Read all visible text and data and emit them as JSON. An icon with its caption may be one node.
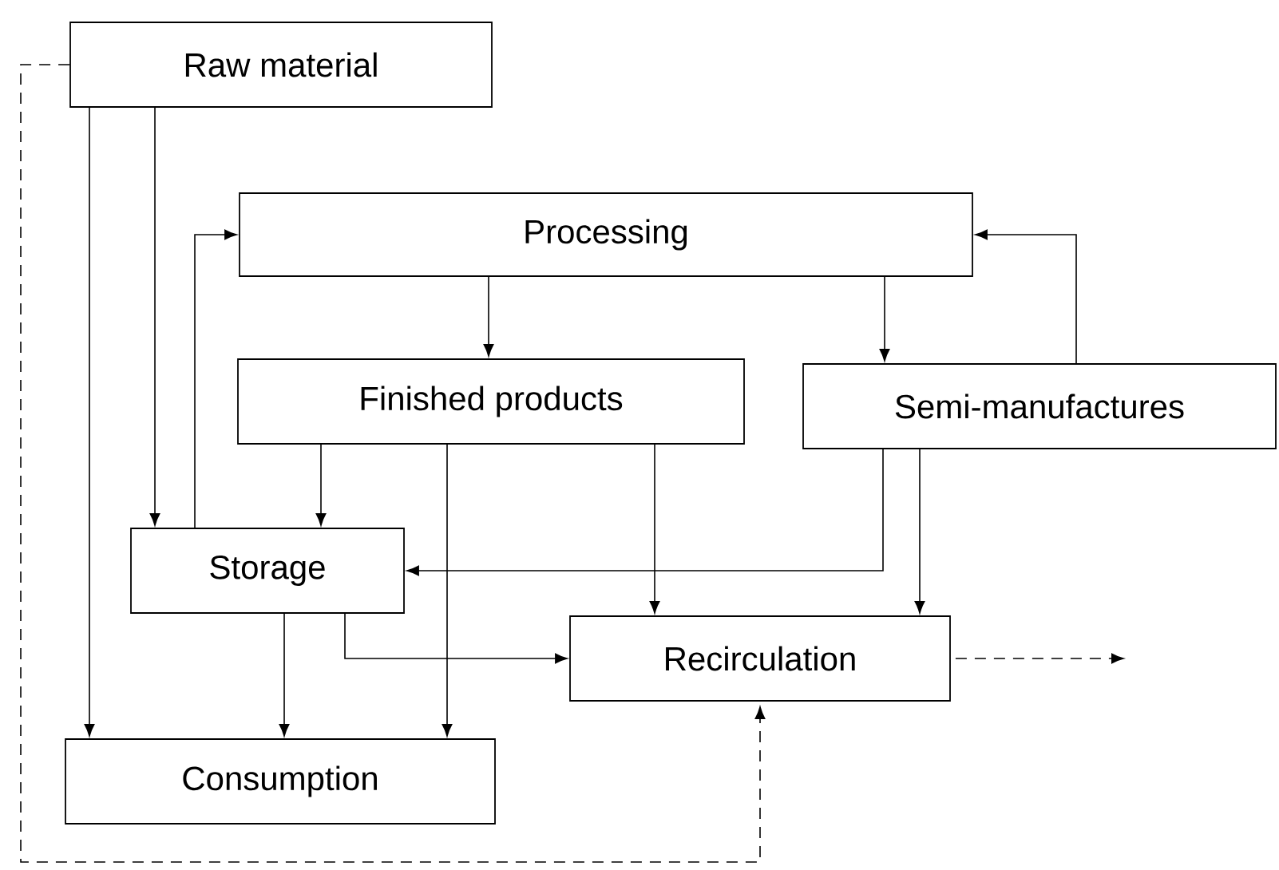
{
  "diagram": {
    "nodes": [
      {
        "text": [
          "Raw material"
        ]
      },
      {
        "text": [
          "Processing"
        ]
      },
      {
        "text": [
          "Finished products"
        ]
      },
      {
        "text": [
          "Semi-manufactures"
        ]
      },
      {
        "text": [
          "Storage"
        ]
      },
      {
        "text": [
          "Recirculation"
        ]
      },
      {
        "text": [
          "Consumption"
        ]
      }
    ],
    "edges": [
      {
        "from": 0,
        "to": 6,
        "arrow": "to"
      },
      {
        "from": 0,
        "to": 4,
        "arrow": "to"
      },
      {
        "from": 4,
        "to": 1,
        "arrow": "to"
      },
      {
        "from": 1,
        "to": 2,
        "arrow": "to"
      },
      {
        "from": 1,
        "to": 3,
        "arrow": "to"
      },
      {
        "from": 3,
        "to": 1,
        "arrow": "to"
      },
      {
        "from": 2,
        "to": 4,
        "arrow": "to"
      },
      {
        "from": 2,
        "to": 6,
        "arrow": "to"
      },
      {
        "from": 2,
        "to": 5,
        "arrow": "to"
      },
      {
        "from": 3,
        "to": 4,
        "arrow": "to"
      },
      {
        "from": 3,
        "to": 5,
        "arrow": "to"
      },
      {
        "from": 4,
        "to": 6,
        "arrow": "to"
      },
      {
        "from": 4,
        "to": 5,
        "arrow": "to"
      },
      {
        "from": 5,
        "to": null,
        "arrow": "to",
        "style": "dashed"
      },
      {
        "from": 0,
        "to": 5,
        "arrow": "to",
        "style": "dashed"
      }
    ]
  }
}
